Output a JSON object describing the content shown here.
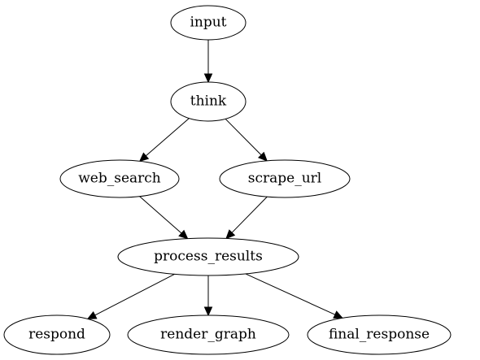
{
  "graph": {
    "nodes": [
      {
        "id": "input",
        "label": "input"
      },
      {
        "id": "think",
        "label": "think"
      },
      {
        "id": "web_search",
        "label": "web_search"
      },
      {
        "id": "scrape_url",
        "label": "scrape_url"
      },
      {
        "id": "process_results",
        "label": "process_results"
      },
      {
        "id": "respond",
        "label": "respond"
      },
      {
        "id": "render_graph",
        "label": "render_graph"
      },
      {
        "id": "final_response",
        "label": "final_response"
      }
    ],
    "edges": [
      {
        "from": "input",
        "to": "think"
      },
      {
        "from": "think",
        "to": "web_search"
      },
      {
        "from": "think",
        "to": "scrape_url"
      },
      {
        "from": "web_search",
        "to": "process_results"
      },
      {
        "from": "scrape_url",
        "to": "process_results"
      },
      {
        "from": "process_results",
        "to": "respond"
      },
      {
        "from": "process_results",
        "to": "render_graph"
      },
      {
        "from": "process_results",
        "to": "final_response"
      }
    ]
  }
}
